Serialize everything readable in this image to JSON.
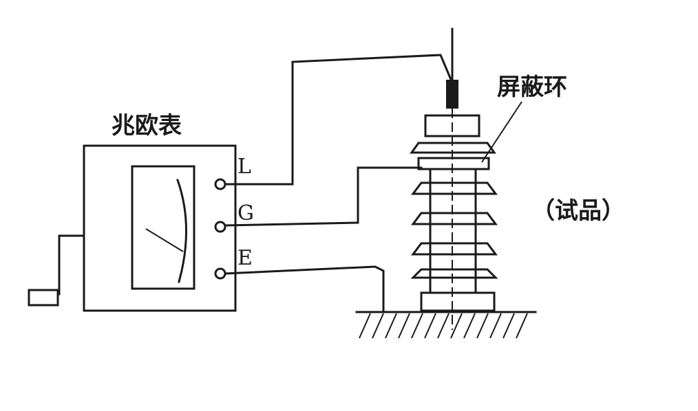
{
  "labels": {
    "megohmmeter": "兆欧表",
    "terminal_l": "L",
    "terminal_g": "G",
    "terminal_e": "E",
    "shield_ring": "屏蔽环",
    "specimen": "（试品）"
  }
}
